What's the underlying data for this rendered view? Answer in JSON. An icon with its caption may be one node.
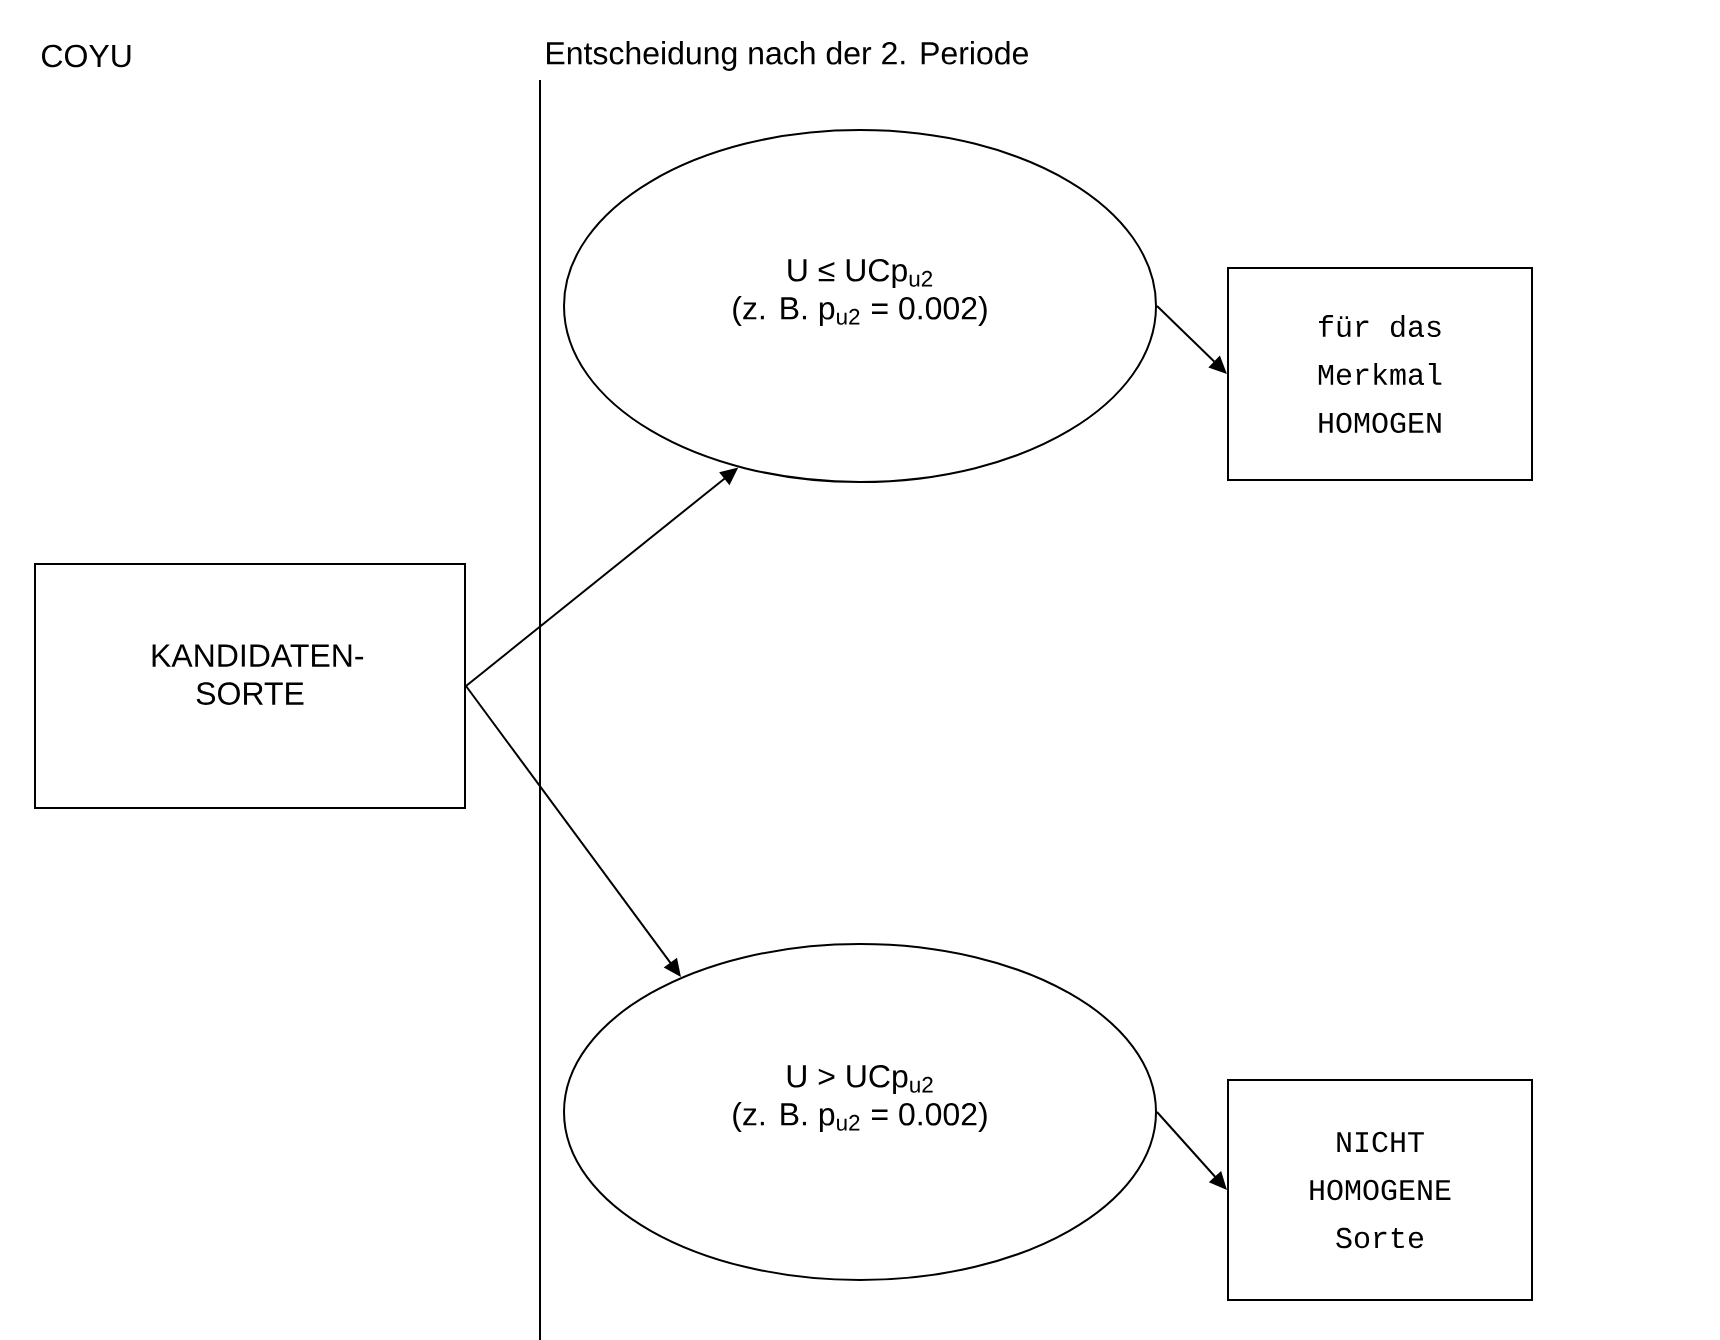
{
  "diagram": {
    "nodes": [
      {
        "text": [
          "KANDIDATEN- SORTE"
        ]
      },
      {
        "text": [
          "U ≤ UCp$_{u2}$",
          "(z. B. p$_{u2}$ = 0.002)"
        ]
      },
      {
        "text": [
          "für das Merkmal HOMOGEN"
        ]
      },
      {
        "text": [
          "U > UCp$_{u2}$",
          "(z. B. p$_{u2}$ = 0.002)"
        ]
      },
      {
        "text": [
          "NICHT HOMOGENE Sorte"
        ]
      }
    ],
    "edges": [
      {
        "from": 0,
        "to": 1,
        "arrow": "to"
      },
      {
        "from": 0,
        "to": 3,
        "arrow": "to"
      },
      {
        "from": 1,
        "to": 2,
        "arrow": "to"
      },
      {
        "from": 3,
        "to": 4,
        "arrow": "to"
      }
    ],
    "labels": [
      "COYU",
      "Entscheidung nach der 2. Periode"
    ]
  }
}
